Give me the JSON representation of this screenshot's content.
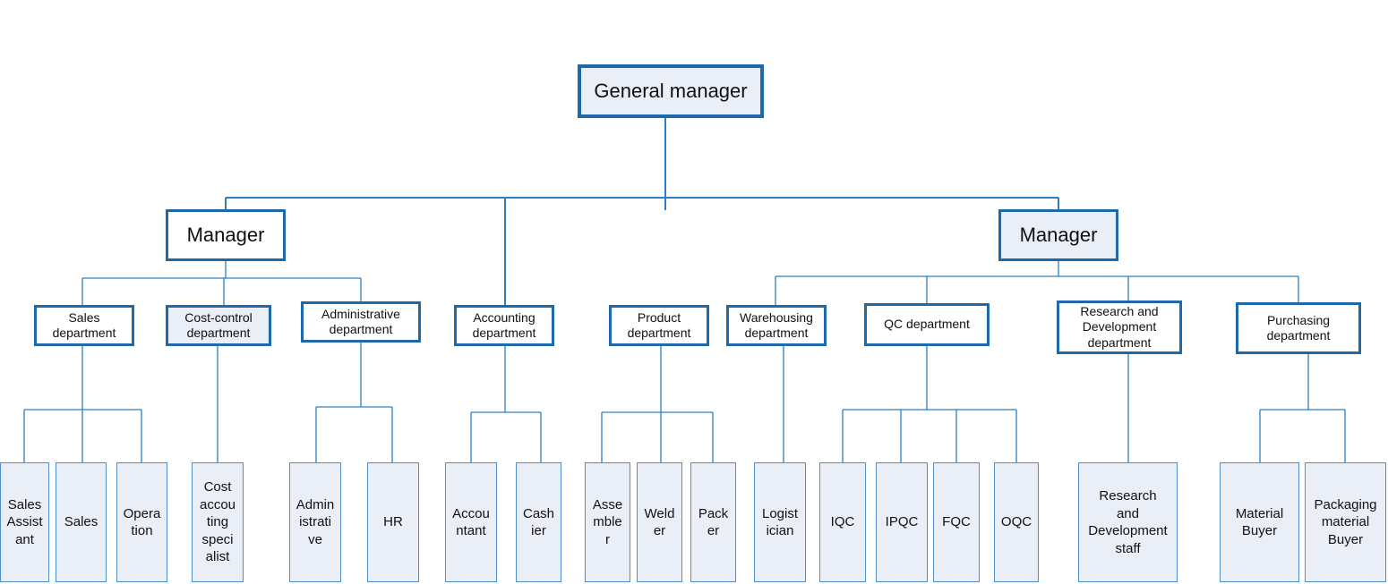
{
  "general_manager": "General manager",
  "managers": [
    "Manager",
    "Manager"
  ],
  "departments": [
    "Sales\ndepartment",
    "Cost-control\ndepartment",
    "Administrative\ndepartment",
    "Accounting\ndepartment",
    "Product\ndepartment",
    "Warehousing\ndepartment",
    "QC department",
    "Research and\nDevelopment\ndepartment",
    "Purchasing\ndepartment"
  ],
  "roles": [
    "Sales\nAssist\nant",
    "Sales",
    "Opera\ntion",
    "Cost\naccou\nting\nspeci\nalist",
    "Admin\nistrati\nve",
    "HR",
    "Accou\nntant",
    "Cash\nier",
    "Asse\nmble\nr",
    "Weld\ner",
    "Pack\ner",
    "Logist\nician",
    "IQC",
    "IPQC",
    "FQC",
    "OQC",
    "Research\nand\nDevelopment\nstaff",
    "Material\nBuyer",
    "Packaging\nmaterial\nBuyer"
  ],
  "colors": {
    "border": "#1e6aa8",
    "line": "#2d7fc1",
    "fill": "#e9eef7"
  }
}
